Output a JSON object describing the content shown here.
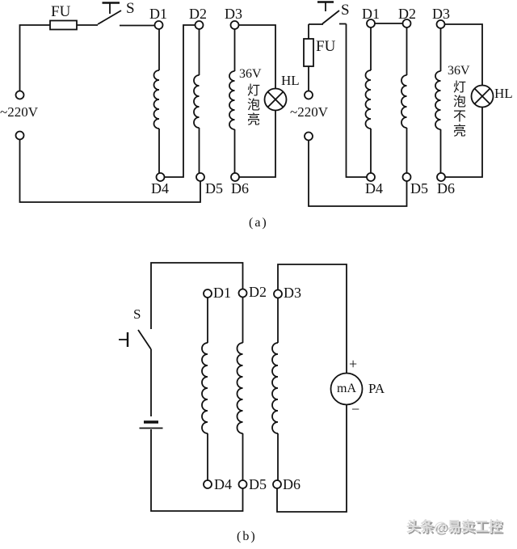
{
  "section_a": {
    "caption": "(a)",
    "left_circuit": {
      "fuse_label": "FU",
      "switch_label": "S",
      "source_label": "~220V",
      "terminals_top": [
        "D1",
        "D2",
        "D3"
      ],
      "terminals_bottom": [
        "D4",
        "D5",
        "D6"
      ],
      "lamp_label": "HL",
      "lamp_voltage": "36V",
      "lamp_note": "灯泡亮"
    },
    "right_circuit": {
      "fuse_label": "FU",
      "switch_label": "S",
      "source_label": "~220V",
      "terminals_top": [
        "D1",
        "D2",
        "D3"
      ],
      "terminals_bottom": [
        "D4",
        "D5",
        "D6"
      ],
      "lamp_label": "HL",
      "lamp_voltage": "36V",
      "lamp_note": "灯泡不亮"
    }
  },
  "section_b": {
    "caption": "(b)",
    "switch_label": "S",
    "terminals_top": [
      "D1",
      "D2",
      "D3"
    ],
    "terminals_bottom": [
      "D4",
      "D5",
      "D6"
    ],
    "meter_unit": "mA",
    "meter_label": "PA",
    "meter_plus": "+",
    "meter_minus": "−"
  },
  "watermark": "头条@易卖工控",
  "colors": {
    "line": "#111111",
    "background": "#ffffff",
    "watermark": "#dcdcdc"
  }
}
